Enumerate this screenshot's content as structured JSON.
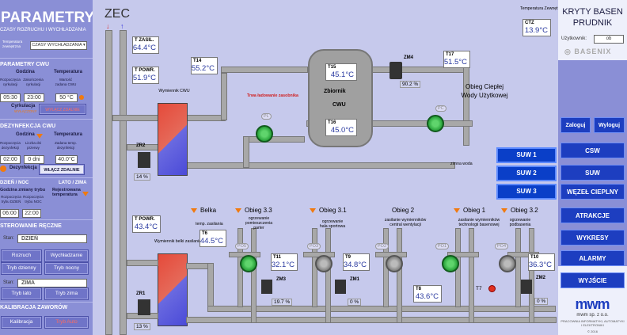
{
  "left": {
    "title": "PARAMETRY",
    "subtitle": "CZASY ROZRUCHU I WYCHŁADZANIA",
    "temp_label": "Temperatura zewnętrzna",
    "temp_select": "CZASY WYCHŁADZANIA",
    "cwu_header": "PARAMETRY CWU",
    "col_godzina": "Godzina",
    "col_temperatura": "Temperatura",
    "lbl_rozp": "Rozpoczęcia cyrkulacji",
    "lbl_zak": "Zakończenia cyrkulacji",
    "lbl_war": "Wartość zadana CWU",
    "start_time": "05:30",
    "end_time": "23:00",
    "cwu_temp": "50 °C",
    "cyrk_label": "Cyrkulacja",
    "cyrk_state": "WYŁĄCZONY",
    "cyrk_btn": "WYŁĄCZ ZDALNIE",
    "dez_header": "DEZYNFEKCJA CWU",
    "lbl_godzina2": "Godzina",
    "lbl_temp2": "Temperatura",
    "lbl_rozp_dez": "Rozpoczęcia dezynfekcji",
    "lbl_liczba": "Liczba dni przerwy",
    "lbl_zadana": "Zadana temp. dezynfekcji",
    "dez_time": "02:00",
    "dez_days": "0 dni",
    "dez_temp": "40.0°C",
    "dez_label": "Dezynfekcja",
    "dez_btn": "WŁĄCZ ZDALNIE",
    "dn_header": "DZIEŃ / NOC",
    "lz_header": "LATO / ZIMA",
    "lbl_godz_zm": "Godzina zmiany trybu",
    "lbl_rejestr": "Rejestrowana temperatura",
    "lbl_rozp_dz": "Rozpoczęcia trybu DZIEŃ",
    "lbl_rozp_noc": "Rozpoczęcia trybu NOC",
    "day_time": "06:00",
    "night_time": "22:00",
    "ster_header": "STEROWANIE RĘCZNE",
    "stan1_label": "Stan:",
    "stan1_value": "DZIEŃ",
    "btn_rozruch": "Rozruch",
    "btn_wychl": "Wychładzanie",
    "btn_dzienny": "Tryb dzienny",
    "btn_nocny": "Tryb nocny",
    "stan2_label": "Stan:",
    "stan2_value": "ZIMA",
    "btn_lato": "Tryb lato",
    "btn_zima": "Tryb zima",
    "kal_header": "KALIBRACJA ZAWORÓW",
    "btn_kal": "Kalibracja",
    "btn_auto": "Tryb Auto"
  },
  "scada": {
    "zec": "ZEC",
    "t_zasil_label": "T ZASIL.",
    "t_zasil": "64.4°C",
    "t_powr_label": "T POWR.",
    "t_powr": "51.9°C",
    "t14_label": "T14",
    "t14": "55.2°C",
    "t15_label": "T15",
    "t15": "45.1°C",
    "t16_label": "T16",
    "t16": "45.0°C",
    "t17_label": "T17",
    "t17": "51.5°C",
    "ctz_title": "Temperatura Zewnętrzna",
    "ctz_label": "CTZ",
    "ctz": "13.9°C",
    "zm4": "ZM4",
    "zm4_pct": "90.2 %",
    "tank_title": "Zbiornik",
    "tank_sub": "CWU",
    "trwa": "Trwa ładowanie zasobnika",
    "pl": "PL",
    "pc": "PC",
    "obieg_cwu": "Obieg Ciepłej Wody Użytkowej",
    "wym_cwu": "Wymiennik CWU",
    "zr2": "ZR2",
    "zr2_pct": "14 %",
    "zimna": "zimna woda",
    "t_powr2_label": "T POWR.",
    "t_powr2": "43.4°C",
    "wym_belki": "Wymiennik belki zasilania",
    "zr1": "ZR1",
    "zr1_pct": "13 %",
    "belka": "Belka",
    "belka_sub": "temp. zasilania",
    "t6_label": "T6",
    "t6": "44.5°C",
    "o33": "Obieg 3.3",
    "o33_sub": "ogrzewanie pomieszczenia parter",
    "o31": "Obieg 3.1",
    "o31_sub": "ogrzewanie hala sportowa",
    "o2": "Obieg 2",
    "o2_sub": "zasilanie wymienników central wentylacji",
    "o1": "Obieg 1",
    "o1_sub": "zasilanie wymienników technologii basenowej",
    "o32": "Obieg 3.2",
    "o32_sub": "ogrzewanie podbasenia",
    "po5": "PO5",
    "po3": "PO3",
    "po2": "PO2",
    "po1": "PO1",
    "po4": "PO4",
    "t11_label": "T11",
    "t11": "32.1°C",
    "t9_label": "T9",
    "t9": "34.8°C",
    "t10_label": "T10",
    "t10": "36.3°C",
    "t8_label": "T8",
    "t8": "43.6°C",
    "t7_label": "T7",
    "zm3": "ZM3",
    "zm3_pct": "19.7 %",
    "zm1": "ZM1",
    "zm1_pct": "0 %",
    "zm2": "ZM2",
    "zm2_pct": "0 %",
    "suw1": "SUW 1",
    "suw2": "SUW 2",
    "suw3": "SUW 3"
  },
  "right": {
    "title": "KRYTY BASEN PRUDNIK",
    "user_label": "Użytkownik:",
    "user_value": "ob",
    "brand": "BASENIX",
    "login": "Zaloguj",
    "logout": "Wyloguj",
    "nav": [
      "CSW",
      "SUW",
      "WĘZEŁ CIEPLNY",
      "ATRAKCJE",
      "WYKRESY",
      "ALARMY",
      "WYJŚCIE"
    ],
    "logo": "mwm",
    "company": "mwm sp. z o.o.",
    "company_sub": "PRACOWNIA INFORMATYKI, AUTOMATYKI I ELEKTRONIKI",
    "year": "© 2016"
  },
  "colors": {
    "accent": "#1d3ec0",
    "panel": "#8a8fd6",
    "pump": "#2fb040"
  }
}
